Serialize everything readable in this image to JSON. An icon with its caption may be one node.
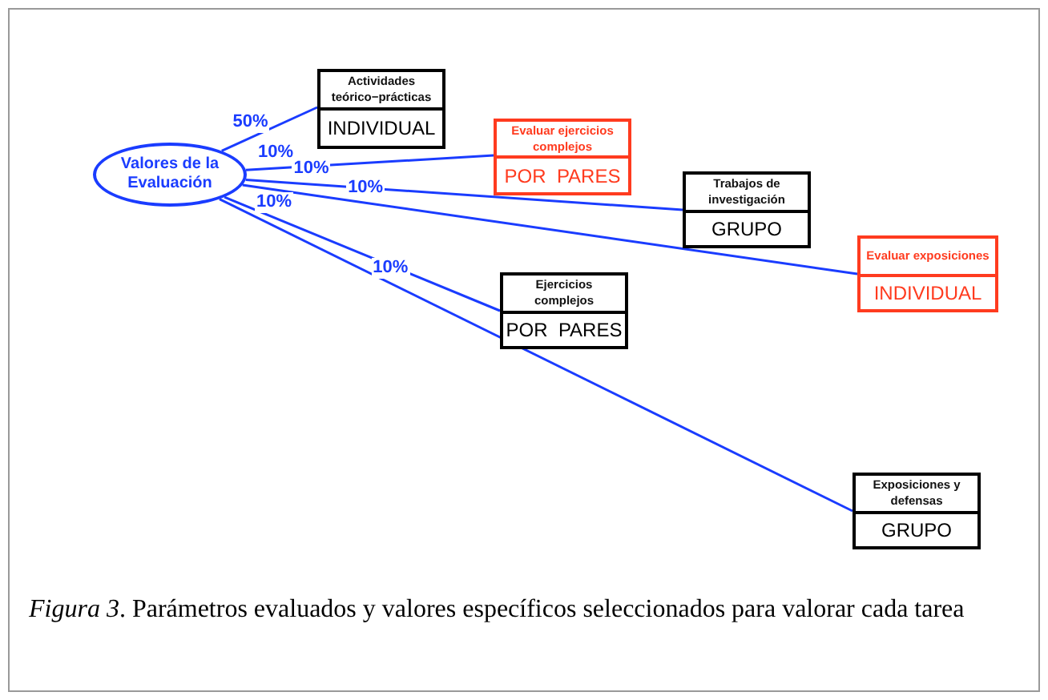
{
  "diagram": {
    "caption": "*Figura 3*. Parámetros evaluados y valores específicos seleccionados para valorar cada tarea",
    "nodes": [
      {
        "text": [
          "Valores de la Evaluación"
        ]
      },
      {
        "text": [
          "Actividades teórico−prácticas",
          "INDIVIDUAL"
        ]
      },
      {
        "text": [
          "Evaluar ejercicios complejos",
          "POR  PARES"
        ]
      },
      {
        "text": [
          "Trabajos de investigación",
          "GRUPO"
        ]
      },
      {
        "text": [
          "Evaluar exposiciones",
          "INDIVIDUAL"
        ]
      },
      {
        "text": [
          "Ejercicios complejos",
          "POR  PARES"
        ]
      },
      {
        "text": [
          "Exposiciones y defensas",
          "GRUPO"
        ]
      }
    ],
    "edges": [
      {
        "from": 0,
        "to": 1,
        "arrow": "none",
        "label": "50%"
      },
      {
        "from": 0,
        "to": 2,
        "arrow": "none",
        "label": "10%"
      },
      {
        "from": 0,
        "to": 3,
        "arrow": "none",
        "label": "10%"
      },
      {
        "from": 0,
        "to": 4,
        "arrow": "none",
        "label": "10%"
      },
      {
        "from": 0,
        "to": 5,
        "arrow": "none",
        "label": "10%"
      },
      {
        "from": 0,
        "to": 6,
        "arrow": "none",
        "label": "10%"
      }
    ]
  }
}
